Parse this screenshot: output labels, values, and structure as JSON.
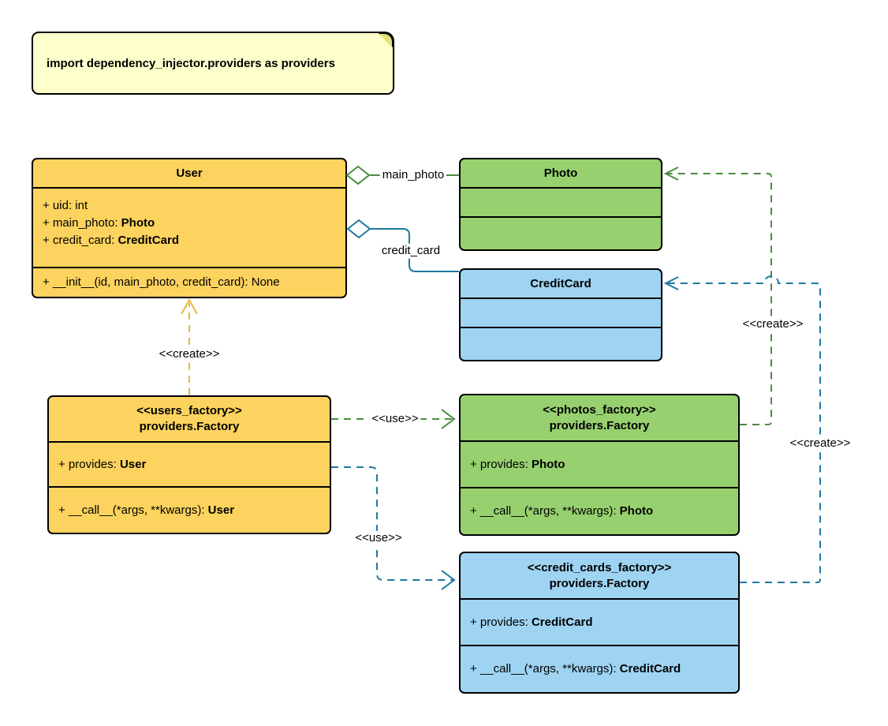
{
  "note": {
    "text": "import dependency_injector.providers as providers"
  },
  "classes": {
    "user": {
      "title": "User",
      "attributes": [
        {
          "text": "+ uid: int",
          "type": ""
        },
        {
          "text": "+ main_photo: ",
          "type": "Photo"
        },
        {
          "text": "+ credit_card: ",
          "type": "CreditCard"
        }
      ],
      "methods": [
        {
          "text": "+ __init__(id, main_photo, credit_card): None",
          "type": ""
        }
      ]
    },
    "photo": {
      "title": "Photo"
    },
    "credit_card": {
      "title": "CreditCard"
    },
    "users_factory": {
      "stereotype": "<<users_factory>>",
      "name": "providers.Factory",
      "attributes": [
        {
          "text": "+ provides: ",
          "type": "User"
        }
      ],
      "methods": [
        {
          "text": "+ __call__(*args, **kwargs): ",
          "type": "User"
        }
      ]
    },
    "photos_factory": {
      "stereotype": "<<photos_factory>>",
      "name": "providers.Factory",
      "attributes": [
        {
          "text": "+ provides: ",
          "type": "Photo"
        }
      ],
      "methods": [
        {
          "text": "+ __call__(*args, **kwargs): ",
          "type": "Photo"
        }
      ]
    },
    "credit_cards_factory": {
      "stereotype": "<<credit_cards_factory>>",
      "name": "providers.Factory",
      "attributes": [
        {
          "text": "+ provides: ",
          "type": "CreditCard"
        }
      ],
      "methods": [
        {
          "text": "+ __call__(*args, **kwargs): ",
          "type": "CreditCard"
        }
      ]
    }
  },
  "edge_labels": {
    "main_photo": "main_photo",
    "credit_card": "credit_card",
    "create_user": "<<create>>",
    "use_photos": "<<use>>",
    "use_credit_cards": "<<use>>",
    "create_photo": "<<create>>",
    "create_credit_card": "<<create>>"
  },
  "colors": {
    "yellow_fill": "#FCD35E",
    "green_fill": "#97D06F",
    "blue_fill": "#9FD3F2",
    "note_fill": "#FFFFCC",
    "border": "#000000",
    "line_green": "#4A8C3F",
    "line_blue": "#1F78A0",
    "line_yellow": "#E8B83D"
  }
}
